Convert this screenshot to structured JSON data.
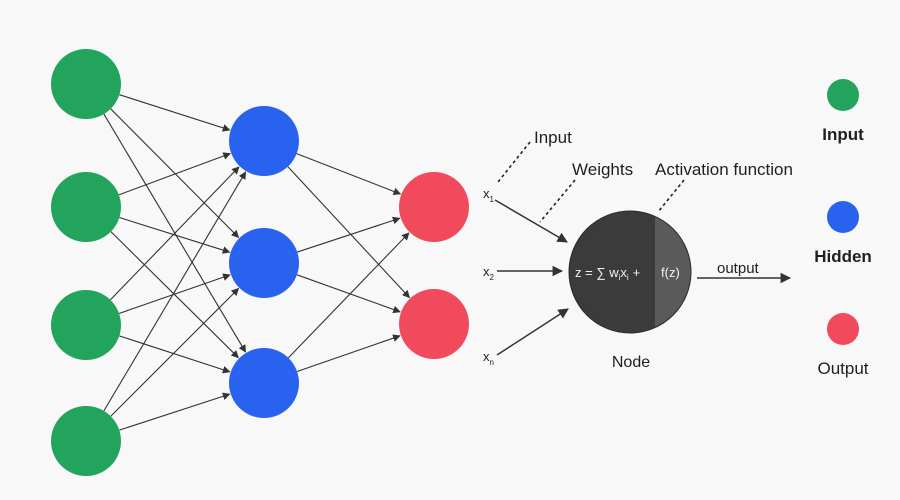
{
  "colors": {
    "input": "#22a45d",
    "hidden": "#2a62f0",
    "output": "#f04a5c",
    "node_dark": "#3b3b3b",
    "node_light": "#5a5a5a",
    "edge": "#333333",
    "background": "#f8f8f8"
  },
  "network": {
    "layers": [
      {
        "role": "input",
        "count": 4
      },
      {
        "role": "hidden",
        "count": 3
      },
      {
        "role": "output",
        "count": 2
      }
    ]
  },
  "neuron": {
    "annotations": {
      "input": "Input",
      "weights": "Weights",
      "activation": "Activation function"
    },
    "inputs": [
      {
        "base": "x",
        "sub": "1"
      },
      {
        "base": "x",
        "sub": "2"
      },
      {
        "base": "x",
        "sub": "n"
      }
    ],
    "formula": {
      "lhs": "z = ∑ w",
      "w_sub": "i",
      "x": "x",
      "x_sub": "i",
      "plus": "+",
      "activation": "f(z)"
    },
    "node_label": "Node",
    "output_label": "output"
  },
  "legend": {
    "items": [
      {
        "label": "Input",
        "color_key": "input",
        "bold": true
      },
      {
        "label": "Hidden",
        "color_key": "hidden",
        "bold": true
      },
      {
        "label": "Output",
        "color_key": "output",
        "bold": false
      }
    ]
  }
}
